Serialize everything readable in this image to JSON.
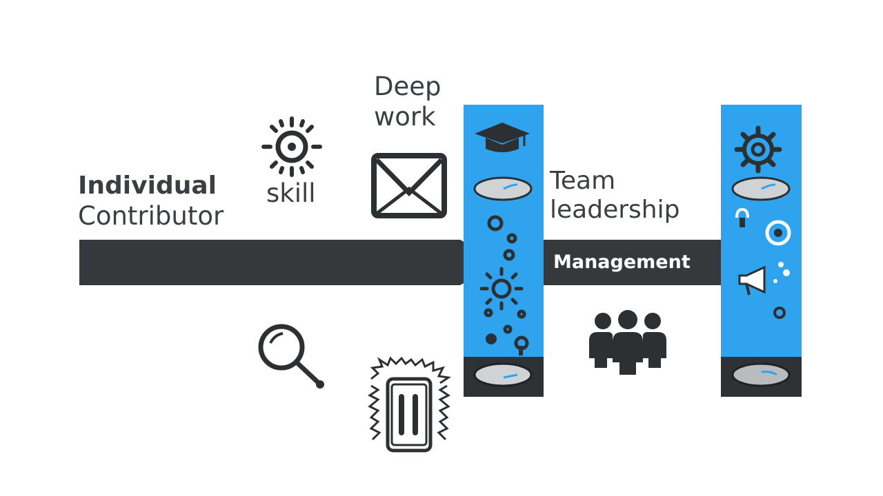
{
  "labels": {
    "individual_contributor": [
      "Individual",
      "Contributor"
    ],
    "skill": "skill",
    "deep_work": [
      "Deep",
      "work"
    ],
    "team_leadership": [
      "Team",
      "leadership"
    ],
    "management": "Management"
  },
  "colors": {
    "arrow": "#36393c",
    "column_blue": "#2fa3ee",
    "column_dark": "#2e3235",
    "icon": "#2d3033",
    "pill": "#cfd3d6",
    "background": "#ffffff"
  },
  "icons": {
    "skill": "sun-gear-icon",
    "magnifier": "magnifying-glass-icon",
    "deep_work": "envelope-icon",
    "device": "phone-burst-icon",
    "column1_top": "graduation-cap-icon",
    "column1_mid": "gear-icon",
    "team": "people-group-icon",
    "column2_top": "gear-icon",
    "column2_mid": "megaphone-icon"
  }
}
